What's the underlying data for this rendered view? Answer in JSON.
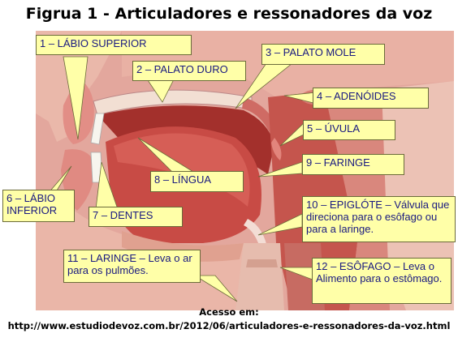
{
  "title": "Figrua 1 - Articuladores e ressonadores da voz",
  "labels": {
    "l1": "1 – LÁBIO SUPERIOR",
    "l2": "2 – PALATO DURO",
    "l3": "3 – PALATO MOLE",
    "l4": "4 – ADENÓIDES",
    "l5": "5 – ÚVULA",
    "l6": "6 – LÁBIO INFERIOR",
    "l7": "7 – DENTES",
    "l8": "8 – LÍNGUA",
    "l9": "9 – FARINGE",
    "l10": "10 – EPIGLÓTE – Válvula que direciona para o esôfago ou para a laringe.",
    "l11": "11 – LARINGE – Leva o ar para os pulmões.",
    "l12": "12 – ESÔFAGO – Leva o Alimento para o estômago."
  },
  "footer": {
    "line1": "Acesso em:",
    "line2": "http://www.estudiodevoz.com.br/2012/06/articuladores-e-ressonadores-da-voz.html"
  },
  "colors": {
    "callout_fill": "#ffffa8",
    "label_text": "#1a1a80",
    "tissue": "#d98d86",
    "muscle": "#c0473f"
  }
}
